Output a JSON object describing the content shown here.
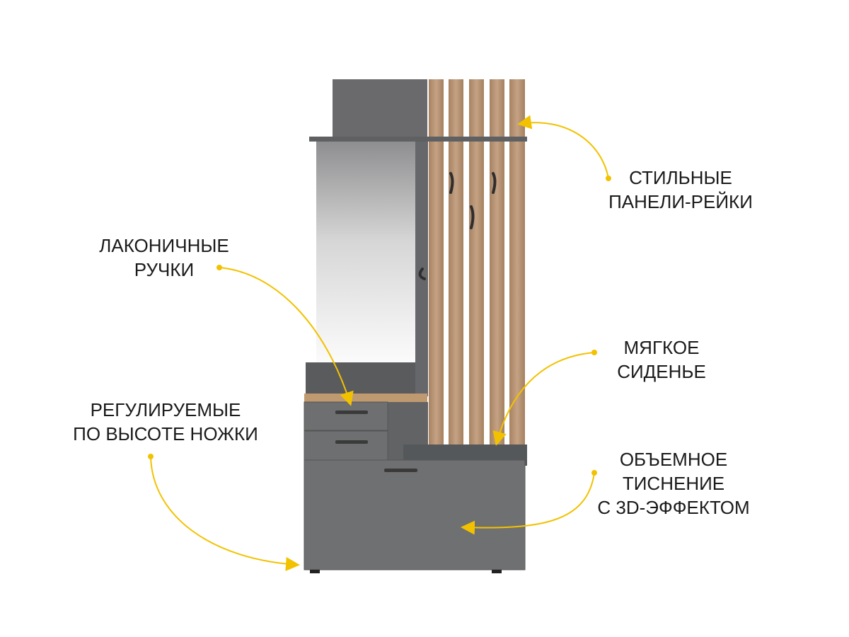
{
  "colors": {
    "accent": "#f2c200",
    "gray": "#6f6f71",
    "wood": "#b08d69",
    "seat": "#55585a"
  },
  "callouts": {
    "panels": {
      "lines": [
        "СТИЛЬНЫЕ",
        "ПАНЕЛИ-РЕЙКИ"
      ]
    },
    "handles": {
      "lines": [
        "ЛАКОНИЧНЫЕ",
        "РУЧКИ"
      ]
    },
    "legs": {
      "lines": [
        "РЕГУЛИРУЕМЫЕ",
        "ПО ВЫСОТЕ НОЖКИ"
      ]
    },
    "seat": {
      "lines": [
        "МЯГКОЕ",
        "СИДЕНЬЕ"
      ]
    },
    "embossing": {
      "lines": [
        "ОБЪЕМНОЕ",
        "ТИСНЕНИЕ",
        "С 3D-ЭФФЕКТОМ"
      ]
    }
  }
}
